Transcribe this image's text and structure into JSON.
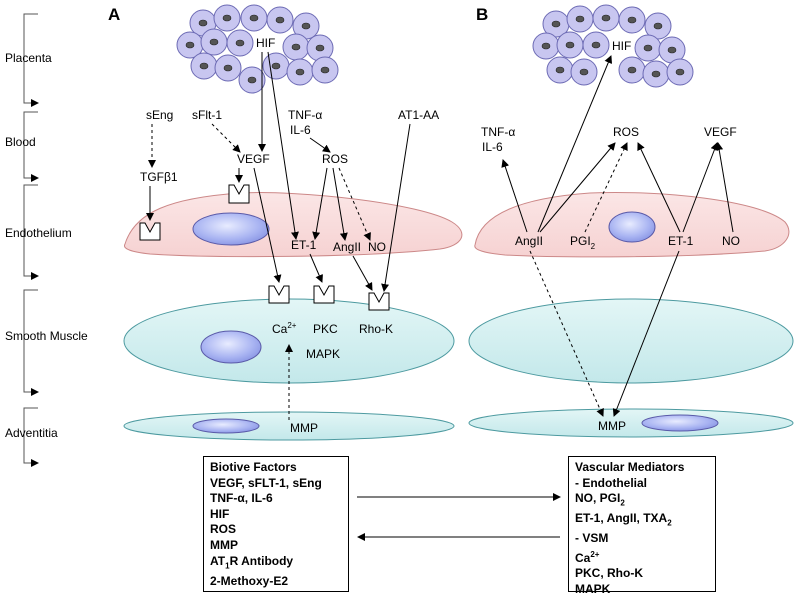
{
  "panels": {
    "a": "A",
    "b": "B"
  },
  "layers": {
    "placenta": "Placenta",
    "blood": "Blood",
    "endothelium": "Endothelium",
    "smooth_muscle": "Smooth Muscle",
    "adventitia": "Adventitia"
  },
  "panel_a": {
    "hif": "HIF",
    "seng": "sEng",
    "sflt1": "sFlt-1",
    "tnf": "TNF-α",
    "il6": "IL-6",
    "at1aa": "AT1-AA",
    "tgfb1": "TGFβ1",
    "vegf": "VEGF",
    "ros": "ROS",
    "et1": "ET-1",
    "angii": "AngII",
    "no": "NO",
    "ca_base": "Ca",
    "ca_sup": "2+",
    "pkc": "PKC",
    "mapk": "MAPK",
    "rhok": "Rho-K",
    "mmp": "MMP"
  },
  "panel_b": {
    "hif": "HIF",
    "tnf": "TNF-α",
    "il6": "IL-6",
    "ros": "ROS",
    "vegf": "VEGF",
    "angii": "AngII",
    "pgi_base": "PGI",
    "pgi_sub": "2",
    "et1": "ET-1",
    "no": "NO",
    "mmp": "MMP"
  },
  "bioactive_box": {
    "title": "Biotive Factors",
    "line1": "VEGF, sFLT-1, sEng",
    "line2": "TNF-α, IL-6",
    "line3": "HIF",
    "line4": "ROS",
    "line5": "MMP",
    "line6_a": "AT",
    "line6_sub": "1",
    "line6_b": "R Antibody",
    "line7": "2-Methoxy-E2"
  },
  "vascular_box": {
    "title": "Vascular Mediators",
    "line1": "- Endothelial",
    "line2_a": "NO, PGI",
    "line2_sub": "2",
    "line3_a": "ET-1, AngII, TXA",
    "line3_sub": "2",
    "line4": "- VSM",
    "line5_a": "Ca",
    "line5_sup": "2+",
    "line6": "PKC, Rho-K",
    "line7": "MAPK"
  }
}
